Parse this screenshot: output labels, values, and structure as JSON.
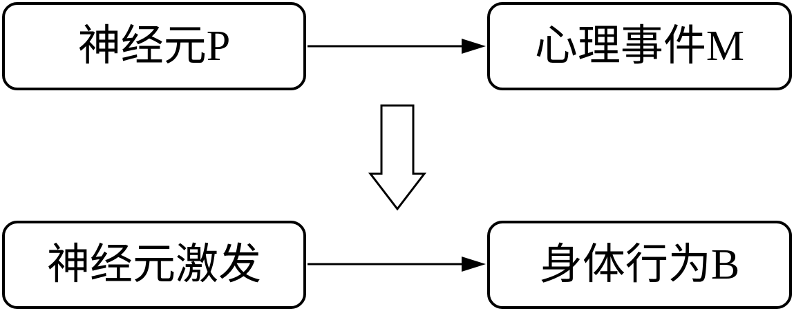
{
  "diagram": {
    "nodes": [
      {
        "id": "p",
        "label": "神经元P"
      },
      {
        "id": "m",
        "label": "心理事件M"
      },
      {
        "id": "f",
        "label": "神经元激发"
      },
      {
        "id": "b",
        "label": "身体行为B"
      }
    ],
    "edges": [
      {
        "from": "p",
        "to": "m",
        "style": "line-arrow"
      },
      {
        "from": "f",
        "to": "b",
        "style": "line-arrow"
      },
      {
        "from": "top-row",
        "to": "bottom-row",
        "style": "hollow-block-arrow"
      }
    ],
    "colors": {
      "stroke": "#000000",
      "fill": "#ffffff",
      "text": "#000000"
    }
  }
}
